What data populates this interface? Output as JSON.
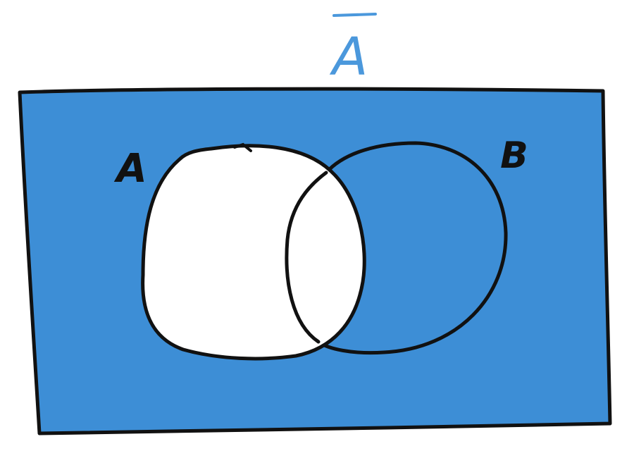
{
  "title": "A",
  "title_overline": true,
  "set_labels": {
    "a": "A",
    "b": "B"
  },
  "colors": {
    "fill": "#3d8ed6",
    "title": "#4b98dc",
    "outline": "#111111",
    "background": "#ffffff"
  }
}
